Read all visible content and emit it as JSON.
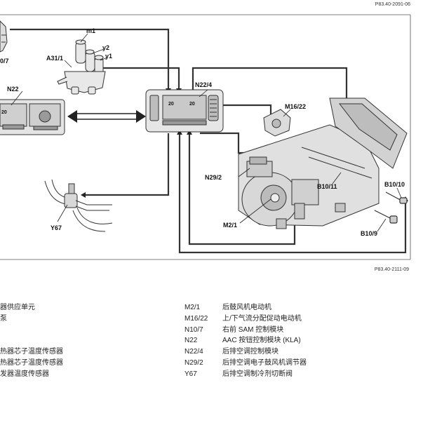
{
  "figure_refs": {
    "top": "P83.40-2091-06",
    "bottom": "P83.40-2111-09"
  },
  "labels": {
    "m1": "m1",
    "y2": "y2",
    "y1": "y1",
    "a31_1": "A31/1",
    "n10_7_partial": "0/7",
    "n22": "N22",
    "n22_4": "N22/4",
    "m16_22": "M16/22",
    "n29_2": "N29/2",
    "b10_11": "B10/11",
    "b10_10": "B10/10",
    "m2_1": "M2/1",
    "b10_9": "B10/9",
    "y67": "Y67",
    "display_20a": "20",
    "display_20b": "20",
    "display_20c": "20"
  },
  "legend_left": [
    {
      "desc": "器供应单元"
    },
    {
      "desc": "泵"
    },
    {
      "desc": ""
    },
    {
      "desc": ""
    },
    {
      "desc": "热器芯子温度传感器"
    },
    {
      "desc": "热器芯子温度传感器"
    },
    {
      "desc": "发器温度传感器"
    }
  ],
  "legend_right": [
    {
      "code": "M2/1",
      "desc": "后鼓风机电动机"
    },
    {
      "code": "M16/22",
      "desc": "上/下气流分配促动电动机"
    },
    {
      "code": "N10/7",
      "desc": "右前 SAM 控制模块"
    },
    {
      "code": "N22",
      "desc": "AAC 按钮控制模块 (KLA)"
    },
    {
      "code": "N22/4",
      "desc": "后排空调控制模块"
    },
    {
      "code": "N29/2",
      "desc": "后排空调电子鼓风机调节器"
    },
    {
      "code": "Y67",
      "desc": "后排空调制冷剂切断阀"
    }
  ]
}
